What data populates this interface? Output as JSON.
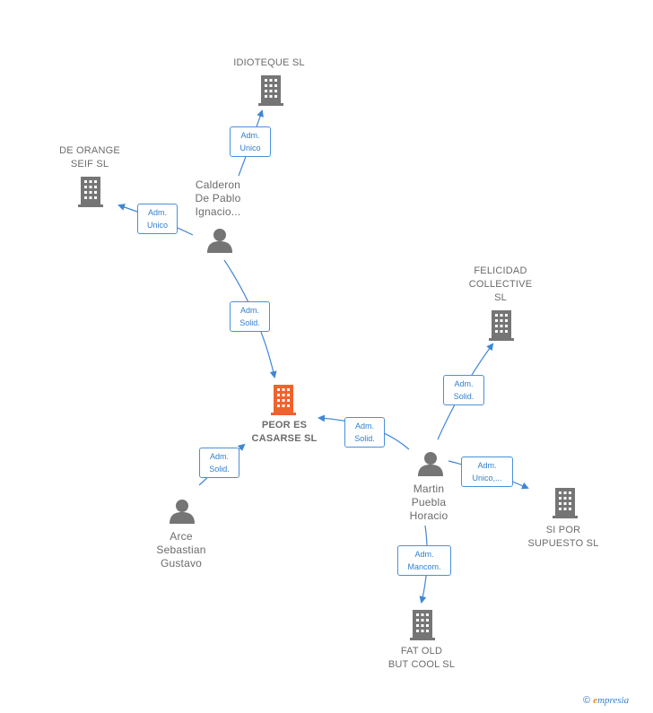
{
  "colors": {
    "edge": "#3f86d6",
    "company": "#757575",
    "company_focus": "#f2622e",
    "person": "#757575"
  },
  "nodes": {
    "idioteque": {
      "label": "IDIOTEQUE  SL",
      "icon": "building-icon"
    },
    "de_orange": {
      "label": "DE ORANGE\nSEIF SL",
      "icon": "building-icon"
    },
    "calderon": {
      "label": "Calderon\nDe Pablo\nIgnacio...",
      "icon": "person-icon"
    },
    "felicidad": {
      "label": "FELICIDAD\nCOLLECTIVE\nSL",
      "icon": "building-icon"
    },
    "peor_es": {
      "label": "PEOR ES\nCASARSE  SL",
      "icon": "building-icon"
    },
    "martin": {
      "label": "Martin\nPuebla\nHoracio",
      "icon": "person-icon"
    },
    "arce": {
      "label": "Arce\nSebastian\nGustavo",
      "icon": "person-icon"
    },
    "si_por": {
      "label": "SI POR\nSUPUESTO  SL",
      "icon": "building-icon"
    },
    "fat_old": {
      "label": "FAT OLD\nBUT COOL  SL",
      "icon": "building-icon"
    }
  },
  "edges": {
    "calderon_idioteque": "Adm.\nUnico",
    "calderon_de_orange": "Adm.\nUnico",
    "calderon_peor_es": "Adm.\nSolid.",
    "martin_peor_es": "Adm.\nSolid.",
    "arce_peor_es": "Adm.\nSolid.",
    "martin_felicidad": "Adm.\nSolid.",
    "martin_si_por": "Adm.\nUnico,...",
    "martin_fat_old": "Adm.\nMancom."
  },
  "footer": {
    "copyright": "©",
    "brand_e": "e",
    "brand_rest": "mpresia"
  }
}
